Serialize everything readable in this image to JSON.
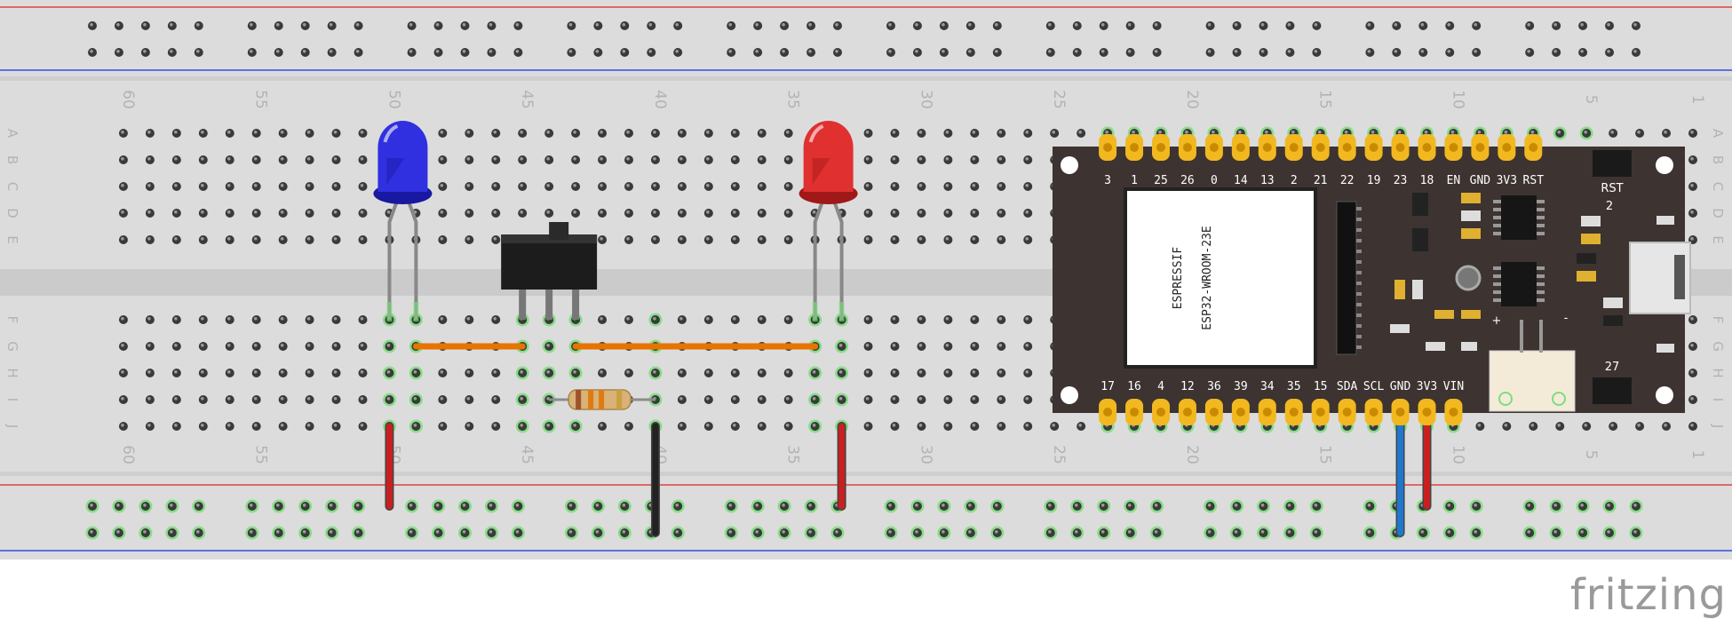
{
  "breadboard": {
    "column_labels_top": [
      "60",
      "55",
      "50",
      "45",
      "40",
      "35",
      "30",
      "25",
      "20",
      "15",
      "10",
      "5",
      "1"
    ],
    "column_labels_bottom": [
      "60",
      "55",
      "50",
      "45",
      "40",
      "35",
      "30",
      "25",
      "20",
      "15",
      "10",
      "5",
      "1"
    ],
    "row_labels_top": [
      "A",
      "B",
      "C",
      "D",
      "E"
    ],
    "row_labels_bottom": [
      "F",
      "G",
      "H",
      "I",
      "J"
    ]
  },
  "components": {
    "led_blue": {
      "color": "#3030e0"
    },
    "led_red": {
      "color": "#e03030"
    },
    "switch": {},
    "resistor": {},
    "wires": [
      {
        "color": "#e87400"
      },
      {
        "color": "#e87400"
      },
      {
        "color": "#c82020"
      },
      {
        "color": "#222222"
      },
      {
        "color": "#c82020"
      },
      {
        "color": "#1e78d0"
      },
      {
        "color": "#c82020"
      }
    ]
  },
  "esp32": {
    "top_pins": [
      "3",
      "1",
      "25",
      "26",
      "0",
      "14",
      "13",
      "2",
      "21",
      "22",
      "19",
      "23",
      "18",
      "EN",
      "GND",
      "3V3",
      "RST"
    ],
    "bottom_pins": [
      "17",
      "16",
      "4",
      "12",
      "36",
      "39",
      "34",
      "35",
      "15",
      "SDA",
      "SCL",
      "GND",
      "3V3",
      "VIN"
    ],
    "module_brand": "ESPRESSIF",
    "module_name": "ESP32-WROOM-23E",
    "rst_label": "RST",
    "label_2": "2",
    "label_27": "27",
    "plus": "+",
    "minus": "-"
  },
  "logo": "fritzing"
}
